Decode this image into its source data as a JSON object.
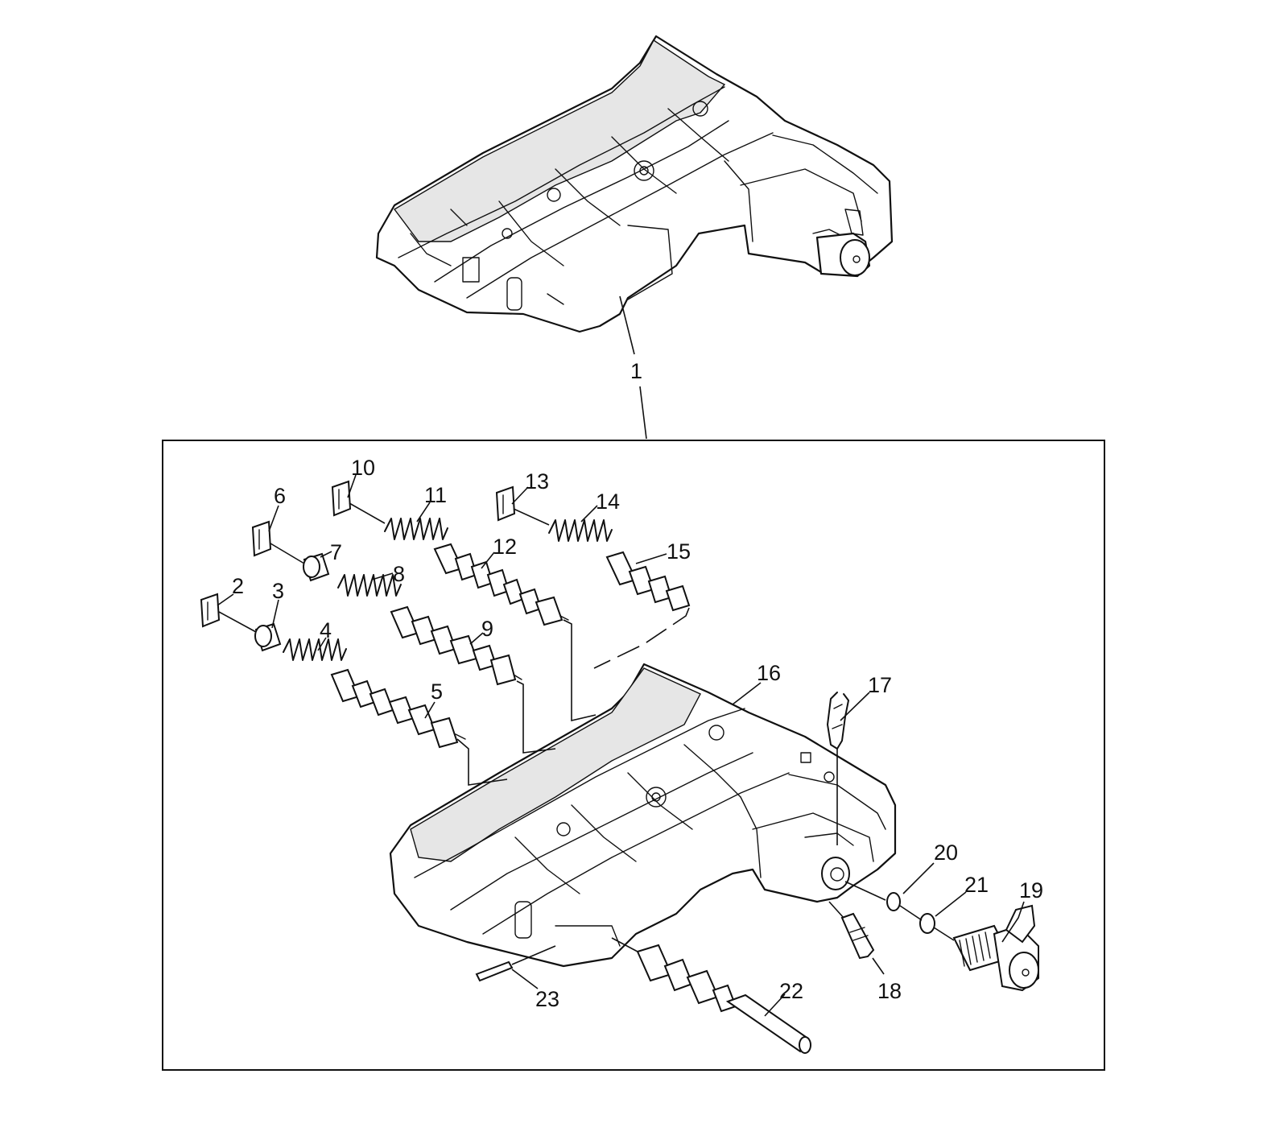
{
  "callouts": [
    "1",
    "2",
    "3",
    "4",
    "5",
    "6",
    "7",
    "8",
    "9",
    "10",
    "11",
    "12",
    "13",
    "14",
    "15",
    "16",
    "17",
    "18",
    "19",
    "20",
    "21",
    "22",
    "23"
  ],
  "line_color": "#111111",
  "background": "#ffffff"
}
